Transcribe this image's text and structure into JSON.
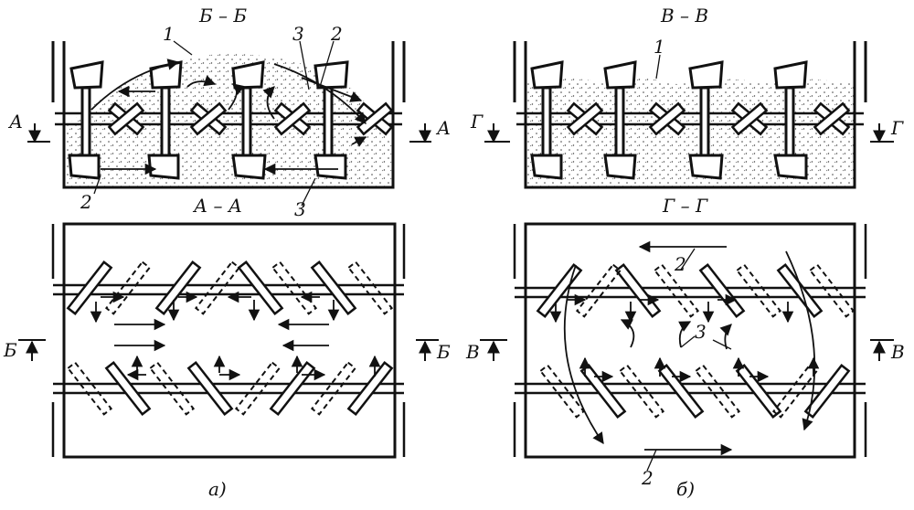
{
  "panel_a": {
    "section_top": "Б – Б",
    "section_bottom": "А – А",
    "cut_left": "А",
    "cut_right": "А",
    "side_left": "Б",
    "side_right": "Б",
    "callouts": {
      "c1": "1",
      "c2": "2",
      "c3": "3",
      "c4": "2",
      "c5": "3"
    },
    "caption": "а)"
  },
  "panel_b": {
    "section_top": "В – В",
    "section_bottom": "Г – Г",
    "cut_left": "Г",
    "cut_right": "Г",
    "side_left": "В",
    "side_right": "В",
    "callouts": {
      "c1": "1",
      "c2": "2",
      "c3": "3",
      "c4": "2"
    },
    "caption": "б)"
  },
  "colors": {
    "ink": "#111111",
    "paper": "#ffffff",
    "fill": "#f2f2f2"
  }
}
